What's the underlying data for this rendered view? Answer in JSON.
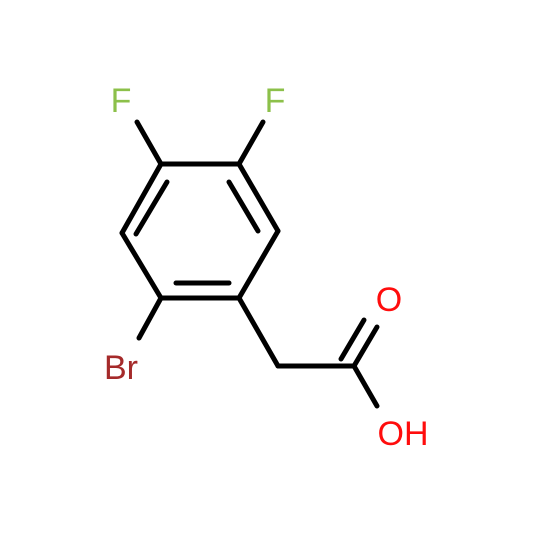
{
  "colors": {
    "background": "#ffffff",
    "bond": "#000000",
    "fluorine": "#8cc04a",
    "bromine": "#a52a2a",
    "oxygen": "#ff0d0d"
  },
  "atoms": {
    "F1": "F",
    "F2": "F",
    "Br": "Br",
    "O_carbonyl": "O",
    "OH": "OH"
  }
}
